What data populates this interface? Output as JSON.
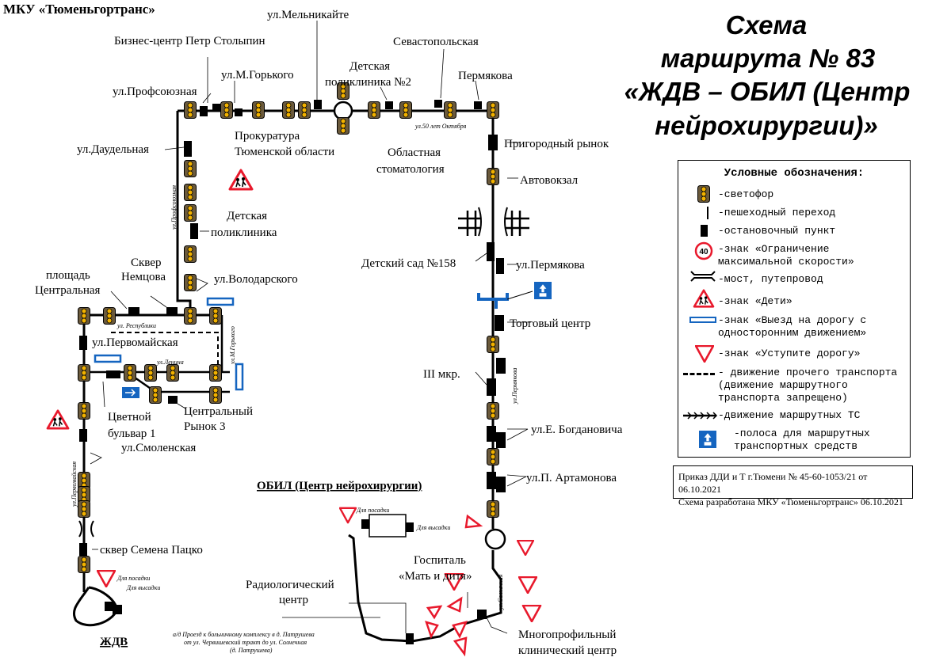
{
  "organization": "МКУ «Тюменьгортранс»",
  "title_lines": [
    "Схема",
    "маршрута № 83",
    "«ЖДВ – ОБИЛ (Центр",
    "нейрохирургии)»"
  ],
  "stops": {
    "melnikaite": "ул.Мельникайте",
    "business_center": "Бизнес-центр Петр Столыпин",
    "gorkogo": "ул.М.Горького",
    "profsoyuznaya": "ул.Профсоюзная",
    "prokuratura_1": "Прокуратура",
    "prokuratura_2": "Тюменской области",
    "detskaya_poliklinika2_1": "Детская",
    "detskaya_poliklinika2_2": "поликлиника №2",
    "sevastopolskaya": "Севастопольская",
    "permyakova": "Пермякова",
    "oblastnaya_1": "Областная",
    "oblastnaya_2": "стоматология",
    "daudelnaya": "ул.Даудельная",
    "detskaya_poliklinika_1": "Детская",
    "detskaya_poliklinika_2": "поликлиника",
    "skver_nemtsova_1": "Сквер",
    "skver_nemtsova_2": "Немцова",
    "volodarskogo": "ул.Володарского",
    "ploshad_1": "площадь",
    "ploshad_2": "Центральная",
    "pervomayskaya": "ул.Первомайская",
    "tsvetnoy_1": "Цветной",
    "tsvetnoy_2": "бульвар 1",
    "tsentralny_rynok_1": "Центральный",
    "tsentralny_rynok_2": "Рынок 3",
    "smolenskaya": "ул.Смоленская",
    "skver_patsko": "сквер Семена Пацко",
    "zhdv": "ЖДВ",
    "prigorodny": "Пригородный рынок",
    "avtovokzal": "Автовокзал",
    "detsad": "Детский сад №158",
    "ul_permyakova": "ул.Пермякова",
    "torgovy": "Торговый центр",
    "iii_mkr": "III мкр.",
    "bogdanovicha": "ул.Е. Богдановича",
    "artamonova": "ул.П. Артамонова",
    "obil": "ОБИЛ (Центр нейрохирургии)",
    "radiology_1": "Радиологический",
    "radiology_2": "центр",
    "gospital_1": "Госпиталь",
    "gospital_2": "«Мать и дитя»",
    "mnogoprof_1": "Многопрофильный",
    "mnogoprof_2": "клинический центр"
  },
  "street_labels": {
    "oktyabrya": "ул.50 лет Октября",
    "profsoyuznaya_v": "ул.Профсоюзная",
    "respubliki": "ул. Республики",
    "lenina": "ул.Ленина",
    "gorkogo_v": "ул.М.Горького",
    "pervomayskaya_v": "ул.Первомайская",
    "permyakova_v": "ул.Пермякова",
    "solnechnaya_v": "ул.Солнечная"
  },
  "annotations": {
    "boarding": "Для посадки",
    "alighting": "Для высадки",
    "drive_note_1": "а/д Проезд к больничному комплексу в д. Патрушева",
    "drive_note_2": "от ул. Червишевский тракт до ул. Солнечная",
    "drive_note_3": "(д. Патрушева)"
  },
  "legend": {
    "title": "Условные обозначения:",
    "items": [
      "-светофор",
      "-пешеходный переход",
      "-остановочный пункт",
      "-знак «Ограничение максимальной скорости»",
      "-мост, путепровод",
      "-знак «Дети»",
      "-знак «Выезд на дорогу с односторонним движением»",
      "-знак «Уступите дорогу»",
      "- движение прочего транспорта (движение маршрутного транспорта запрещено)",
      "-движение маршрутных ТС",
      "-полоса для маршрутных транспортных средств"
    ],
    "speed_value": "40"
  },
  "order_lines": [
    "Приказ ДДИ и Т г.Тюмени № 45-60-1053/21 от 06.10.2021",
    "Схема разработана МКУ «Тюменьгортранс» 06.10.2021"
  ],
  "colors": {
    "route": "#000000",
    "sign_red": "#e8192c",
    "sign_blue": "#1565c0",
    "traffic_light_body": "#6b5a3c",
    "traffic_light_lens": "#f2b200"
  },
  "icons": [
    "traffic-light-icon",
    "stop-icon",
    "speed-limit-sign-icon",
    "children-sign-icon",
    "yield-sign-icon",
    "one-way-exit-sign-icon",
    "bus-lane-sign-icon",
    "bridge-icon",
    "roundabout-icon"
  ]
}
